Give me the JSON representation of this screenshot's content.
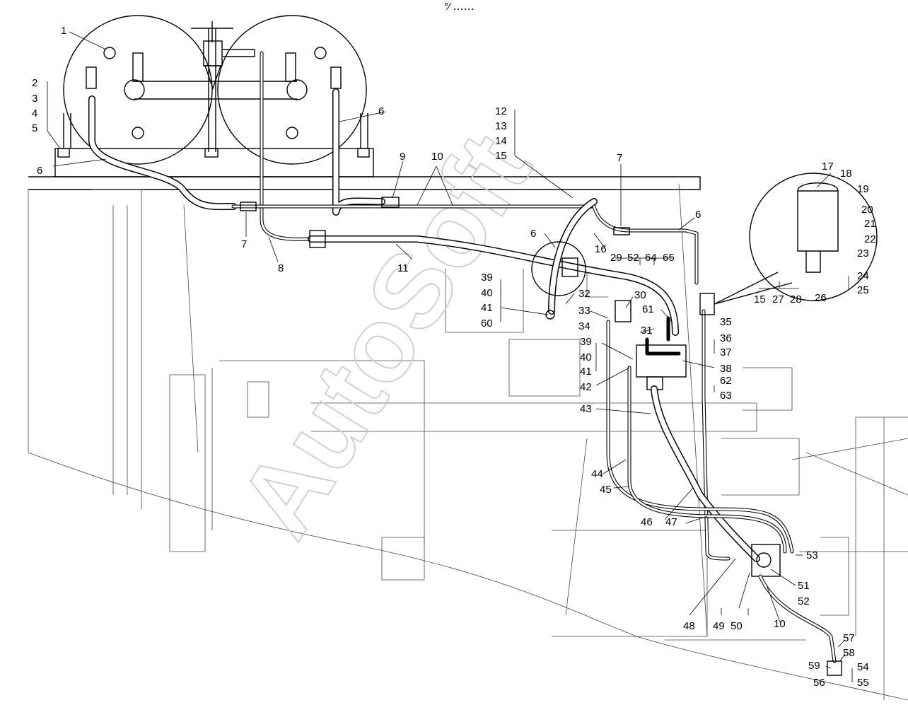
{
  "header": {
    "code": "°⁄ ‥‥‥"
  },
  "watermark": {
    "text": "AutoSoft"
  },
  "callouts": [
    {
      "id": "c1",
      "label": "1"
    },
    {
      "id": "c2",
      "label": "2"
    },
    {
      "id": "c3",
      "label": "3"
    },
    {
      "id": "c4",
      "label": "4"
    },
    {
      "id": "c5",
      "label": "5"
    },
    {
      "id": "c6a",
      "label": "6"
    },
    {
      "id": "c6b",
      "label": "6"
    },
    {
      "id": "c6c",
      "label": "6"
    },
    {
      "id": "c6d",
      "label": "6"
    },
    {
      "id": "c7a",
      "label": "7"
    },
    {
      "id": "c7b",
      "label": "7"
    },
    {
      "id": "c8",
      "label": "8"
    },
    {
      "id": "c9",
      "label": "9"
    },
    {
      "id": "c10a",
      "label": "10"
    },
    {
      "id": "c10b",
      "label": "10"
    },
    {
      "id": "c11",
      "label": "11"
    },
    {
      "id": "c12",
      "label": "12"
    },
    {
      "id": "c13",
      "label": "13"
    },
    {
      "id": "c14",
      "label": "14"
    },
    {
      "id": "c15a",
      "label": "15"
    },
    {
      "id": "c15b",
      "label": "15"
    },
    {
      "id": "c16",
      "label": "16"
    },
    {
      "id": "c17",
      "label": "17"
    },
    {
      "id": "c18",
      "label": "18"
    },
    {
      "id": "c19",
      "label": "19"
    },
    {
      "id": "c20",
      "label": "20"
    },
    {
      "id": "c21",
      "label": "21"
    },
    {
      "id": "c22",
      "label": "22"
    },
    {
      "id": "c23",
      "label": "23"
    },
    {
      "id": "c24",
      "label": "24"
    },
    {
      "id": "c25",
      "label": "25"
    },
    {
      "id": "c26",
      "label": "26"
    },
    {
      "id": "c27",
      "label": "27"
    },
    {
      "id": "c28",
      "label": "28"
    },
    {
      "id": "c29",
      "label": "29"
    },
    {
      "id": "c30",
      "label": "30"
    },
    {
      "id": "c31",
      "label": "31"
    },
    {
      "id": "c32",
      "label": "32"
    },
    {
      "id": "c33",
      "label": "33"
    },
    {
      "id": "c34",
      "label": "34"
    },
    {
      "id": "c35",
      "label": "35"
    },
    {
      "id": "c36",
      "label": "36"
    },
    {
      "id": "c37",
      "label": "37"
    },
    {
      "id": "c38",
      "label": "38"
    },
    {
      "id": "c39a",
      "label": "39"
    },
    {
      "id": "c39b",
      "label": "39"
    },
    {
      "id": "c40a",
      "label": "40"
    },
    {
      "id": "c40b",
      "label": "40"
    },
    {
      "id": "c41a",
      "label": "41"
    },
    {
      "id": "c41b",
      "label": "41"
    },
    {
      "id": "c42",
      "label": "42"
    },
    {
      "id": "c43",
      "label": "43"
    },
    {
      "id": "c44",
      "label": "44"
    },
    {
      "id": "c45",
      "label": "45"
    },
    {
      "id": "c46",
      "label": "46"
    },
    {
      "id": "c47",
      "label": "47"
    },
    {
      "id": "c48",
      "label": "48"
    },
    {
      "id": "c49",
      "label": "49"
    },
    {
      "id": "c50",
      "label": "50"
    },
    {
      "id": "c51",
      "label": "51"
    },
    {
      "id": "c52a",
      "label": "52"
    },
    {
      "id": "c52b",
      "label": "52"
    },
    {
      "id": "c53",
      "label": "53"
    },
    {
      "id": "c54",
      "label": "54"
    },
    {
      "id": "c55",
      "label": "55"
    },
    {
      "id": "c56",
      "label": "56"
    },
    {
      "id": "c57",
      "label": "57"
    },
    {
      "id": "c58",
      "label": "58"
    },
    {
      "id": "c59",
      "label": "59"
    },
    {
      "id": "c60",
      "label": "60"
    },
    {
      "id": "c61",
      "label": "61"
    },
    {
      "id": "c62",
      "label": "62"
    },
    {
      "id": "c63",
      "label": "63"
    },
    {
      "id": "c64",
      "label": "64"
    },
    {
      "id": "c65",
      "label": "65"
    }
  ]
}
